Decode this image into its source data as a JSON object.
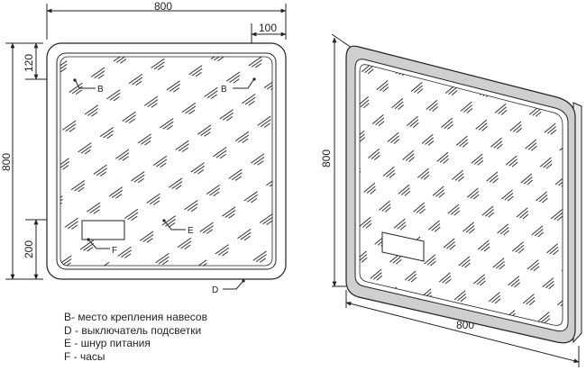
{
  "front_view": {
    "width_dim": "800",
    "offset_dim": "100",
    "height_dim": "800",
    "top_offset_dim": "120",
    "bottom_offset_dim": "200",
    "markers": {
      "b_left": "B",
      "b_right": "B",
      "e": "E",
      "f": "F",
      "d": "D"
    }
  },
  "perspective_view": {
    "height_dim": "800",
    "width_dim": "800"
  },
  "legend": [
    "B- место крепления навесов",
    "D - выключатель подсветки",
    "E - шнур питания",
    "F - часы"
  ],
  "colors": {
    "line": "#222222",
    "frame_face": "#cfcfcf",
    "glass": "#ffffff"
  }
}
